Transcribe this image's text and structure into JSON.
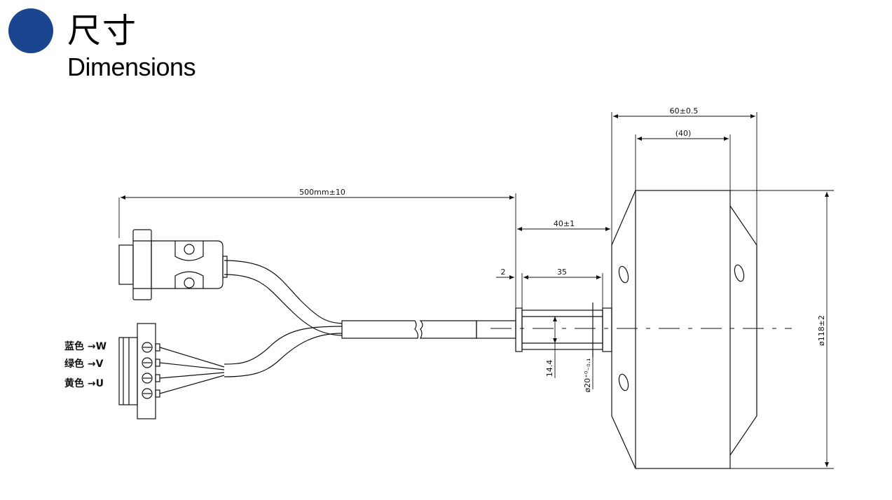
{
  "header": {
    "title_cn": "尺寸",
    "title_en": "Dimensions",
    "accent_color": "#1a4690"
  },
  "dimensions": {
    "cable_length": "500mm±10",
    "shaft_length": "40±1",
    "flange_thickness": "2",
    "shaft_inner": "35",
    "shaft_height": "14.4",
    "shaft_diameter": "ø20⁺⁰₋₀.₁",
    "motor_width": "60±0.5",
    "motor_inner_width": "(40)",
    "motor_diameter": "ø118±2"
  },
  "wires": [
    {
      "label": "蓝色 →W"
    },
    {
      "label": "绿色 →V"
    },
    {
      "label": "黄色 →U"
    }
  ]
}
